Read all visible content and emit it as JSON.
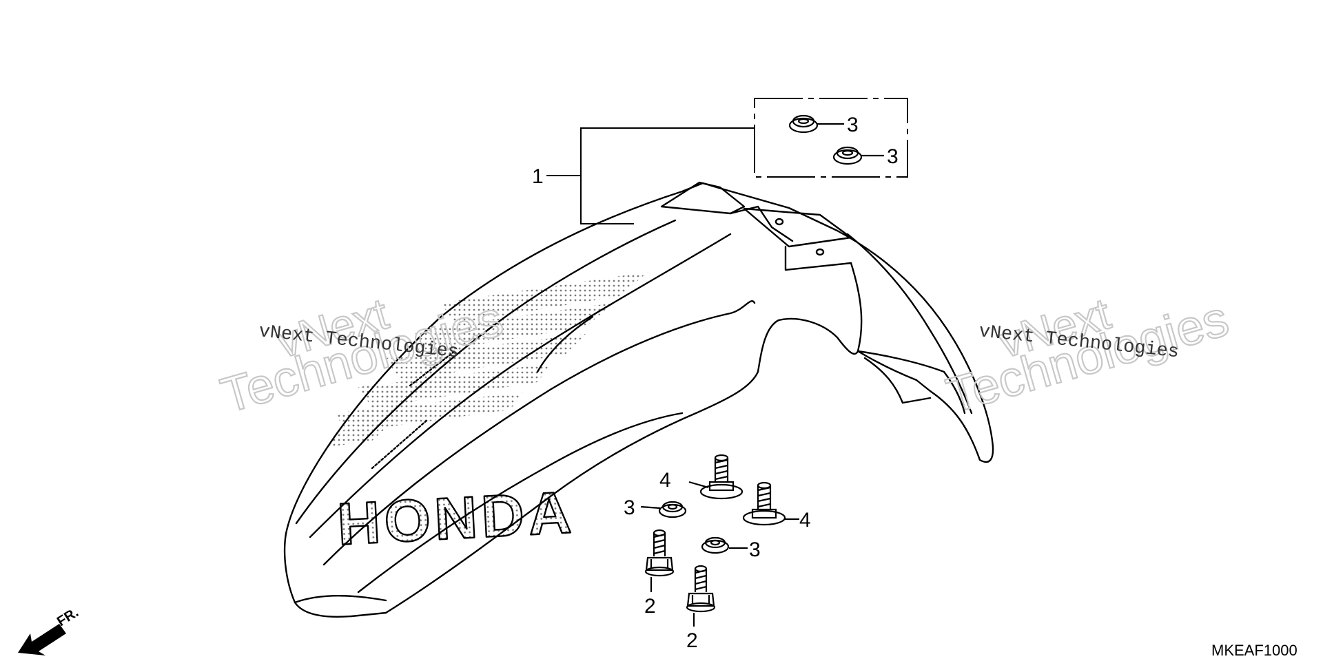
{
  "diagram": {
    "code": "MKEAF1000",
    "direction_label": "FR.",
    "callouts": {
      "c1": "1",
      "c3a": "3",
      "c3b": "3",
      "c3c": "3",
      "c3d": "3",
      "c4a": "4",
      "c4b": "4",
      "c2a": "2",
      "c2b": "2"
    },
    "logo_text": "HONDA",
    "parts": [
      {
        "ref": "1",
        "name": "front fender"
      },
      {
        "ref": "2",
        "name": "bolt"
      },
      {
        "ref": "3",
        "name": "grommet"
      },
      {
        "ref": "4",
        "name": "flange bolt"
      }
    ]
  },
  "watermarks": {
    "left_small": "vNext Technologies",
    "left_big1": "vNext",
    "left_big2": "Technologies",
    "right_small": "vNext Technologies",
    "right_big1": "vNext",
    "right_big2": "Technologies"
  },
  "colors": {
    "line": "#000000",
    "watermark": "#c8c8c8",
    "background": "#ffffff"
  }
}
